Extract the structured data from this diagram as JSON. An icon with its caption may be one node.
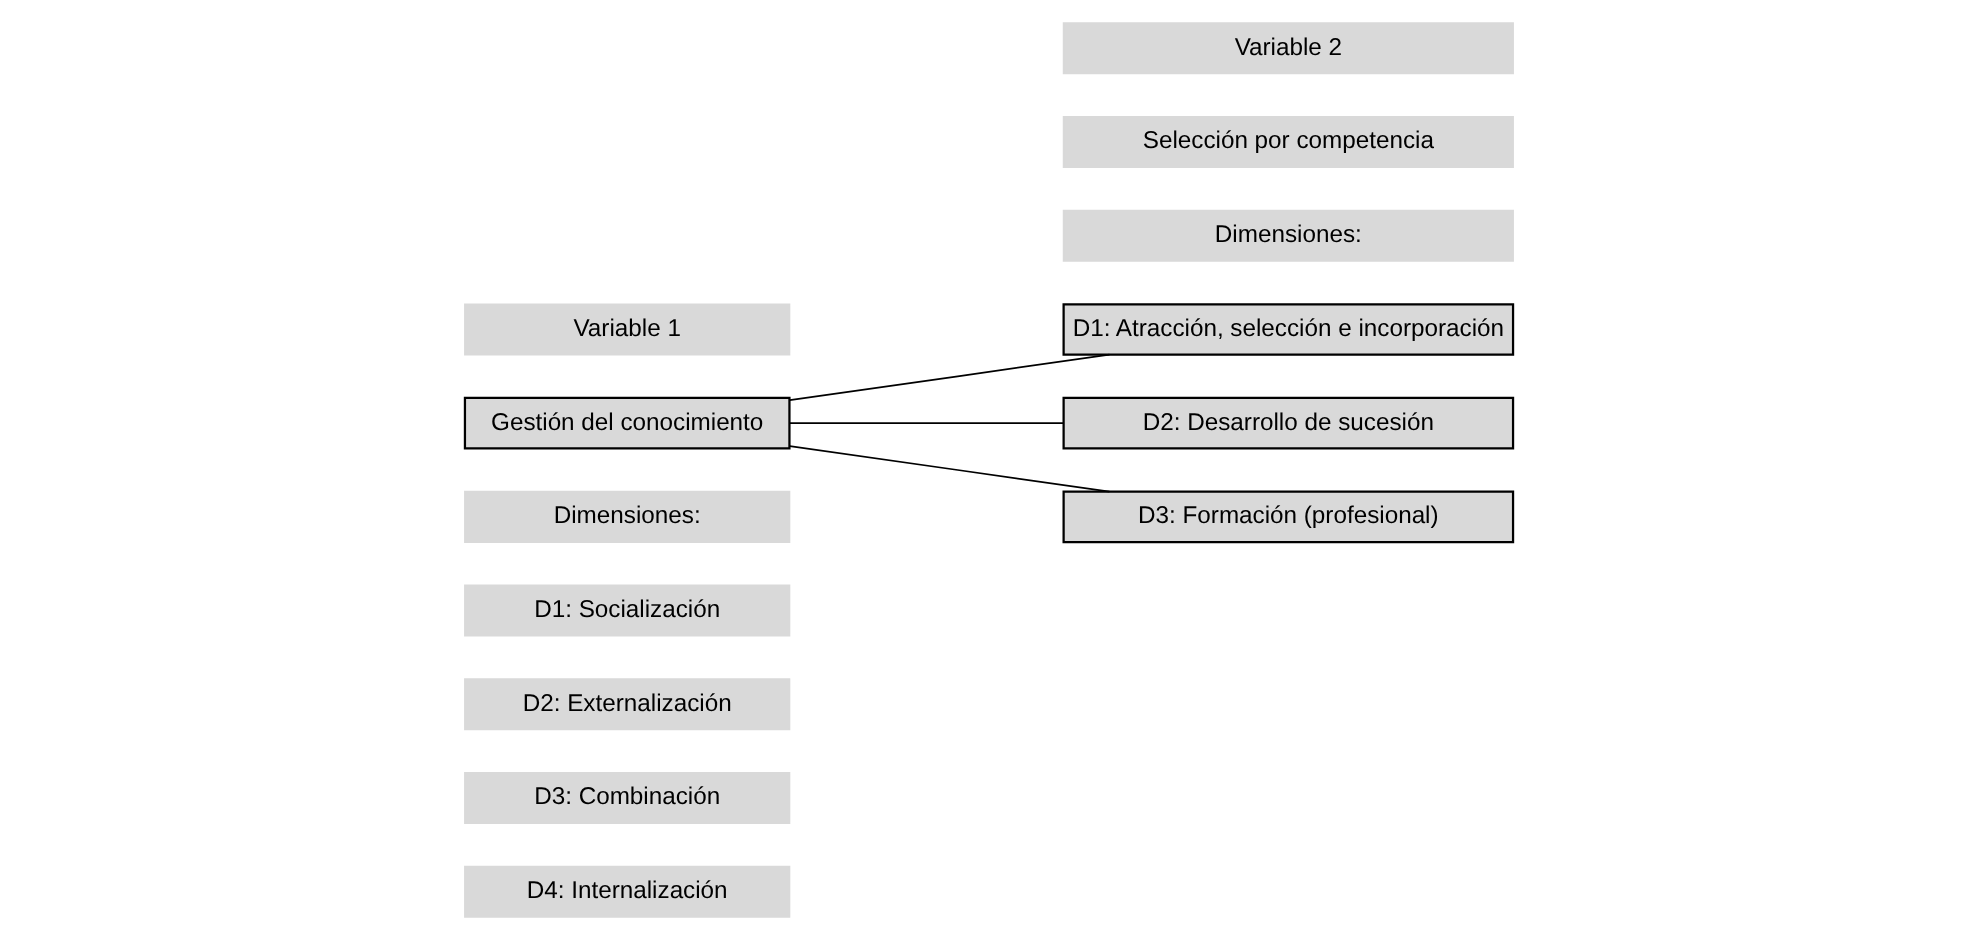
{
  "diagram": {
    "nodes": [
      {
        "text": [
          "Variable 1"
        ]
      },
      {
        "text": [
          "Gestión del conocimiento"
        ]
      },
      {
        "text": [
          "Dimensiones:"
        ]
      },
      {
        "text": [
          "D1: Socialización"
        ]
      },
      {
        "text": [
          "D2: Externalización"
        ]
      },
      {
        "text": [
          "D3: Combinación"
        ]
      },
      {
        "text": [
          "D4: Internalización"
        ]
      },
      {
        "text": [
          "Variable 2"
        ]
      },
      {
        "text": [
          "Selección por competencia"
        ]
      },
      {
        "text": [
          "Dimensiones:"
        ]
      },
      {
        "text": [
          "D1: Atracción, selección e incorporación"
        ]
      },
      {
        "text": [
          "D2: Desarrollo de sucesión"
        ]
      },
      {
        "text": [
          "D3: Formación (profesional)"
        ]
      }
    ],
    "edges": [
      {
        "from": 1,
        "to": 10,
        "arrow": "none"
      },
      {
        "from": 1,
        "to": 11,
        "arrow": "none"
      },
      {
        "from": 1,
        "to": 12,
        "arrow": "none"
      }
    ]
  }
}
